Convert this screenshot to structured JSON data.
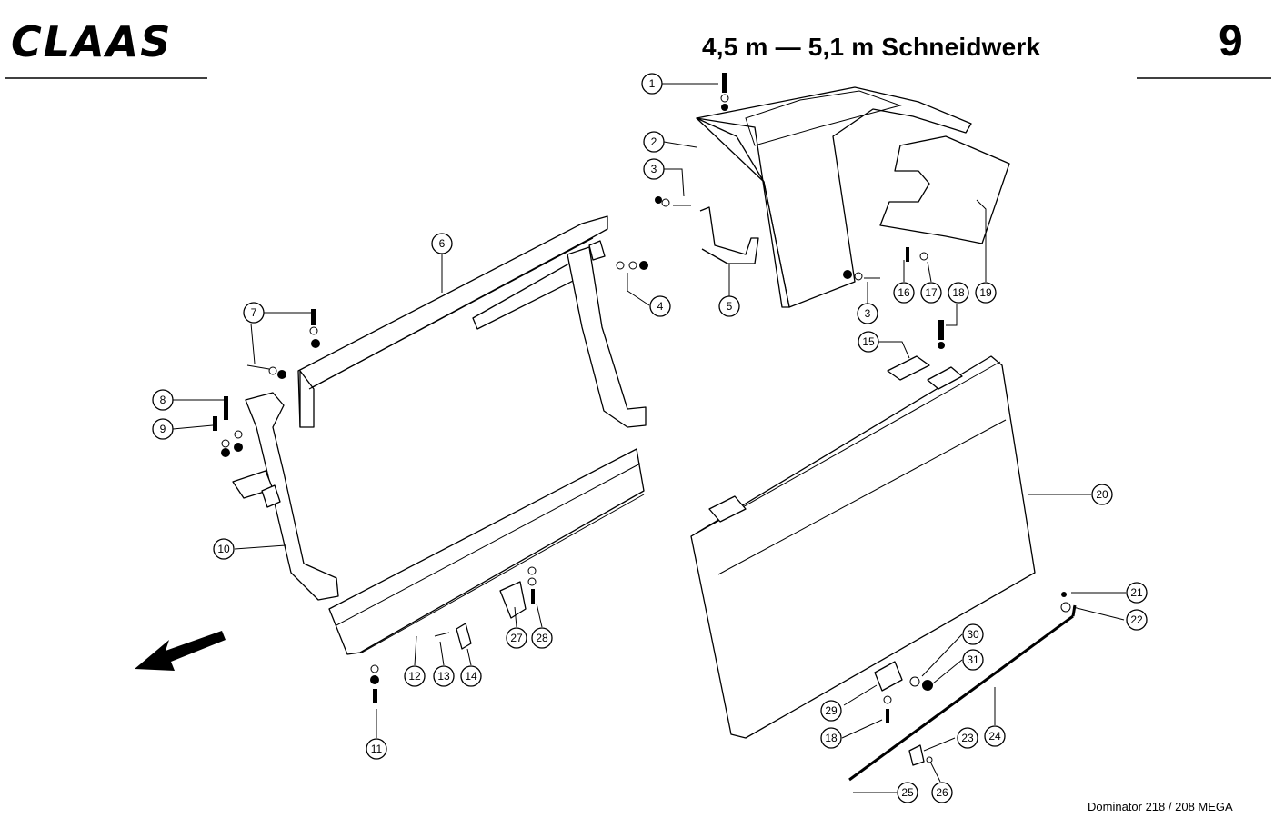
{
  "header": {
    "brand": "CLAAS",
    "title": "4,5 m — 5,1 m Schneidwerk",
    "page_number": "9"
  },
  "footer": {
    "model": "Dominator 218 / 208 MEGA"
  },
  "callouts": [
    {
      "id": "c1",
      "label": "1"
    },
    {
      "id": "c2",
      "label": "2"
    },
    {
      "id": "c3a",
      "label": "3"
    },
    {
      "id": "c3b",
      "label": "3"
    },
    {
      "id": "c4",
      "label": "4"
    },
    {
      "id": "c5",
      "label": "5"
    },
    {
      "id": "c6",
      "label": "6"
    },
    {
      "id": "c7",
      "label": "7"
    },
    {
      "id": "c8",
      "label": "8"
    },
    {
      "id": "c9",
      "label": "9"
    },
    {
      "id": "c10",
      "label": "10"
    },
    {
      "id": "c11",
      "label": "11"
    },
    {
      "id": "c12",
      "label": "12"
    },
    {
      "id": "c13",
      "label": "13"
    },
    {
      "id": "c14",
      "label": "14"
    },
    {
      "id": "c15",
      "label": "15"
    },
    {
      "id": "c16",
      "label": "16"
    },
    {
      "id": "c17",
      "label": "17"
    },
    {
      "id": "c18a",
      "label": "18"
    },
    {
      "id": "c18b",
      "label": "18"
    },
    {
      "id": "c19",
      "label": "19"
    },
    {
      "id": "c20",
      "label": "20"
    },
    {
      "id": "c21",
      "label": "21"
    },
    {
      "id": "c22",
      "label": "22"
    },
    {
      "id": "c23",
      "label": "23"
    },
    {
      "id": "c24",
      "label": "24"
    },
    {
      "id": "c25",
      "label": "25"
    },
    {
      "id": "c26",
      "label": "26"
    },
    {
      "id": "c27",
      "label": "27"
    },
    {
      "id": "c28",
      "label": "28"
    },
    {
      "id": "c29",
      "label": "29"
    },
    {
      "id": "c30",
      "label": "30"
    },
    {
      "id": "c31",
      "label": "31"
    }
  ]
}
